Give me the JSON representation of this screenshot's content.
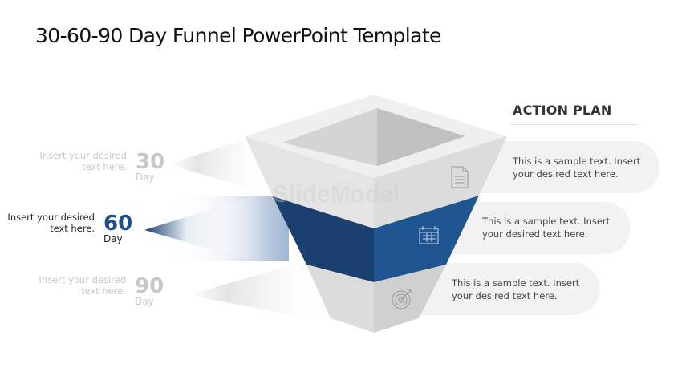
{
  "title": "30-60-90 Day Funnel PowerPoint Template",
  "action_plan": {
    "heading": "ACTION PLAN",
    "items": [
      {
        "line1": "This is a sample text. Insert",
        "line2": "your desired text here.",
        "icon": "document-icon"
      },
      {
        "line1": "This is a sample text. Insert",
        "line2": "your desired text here.",
        "icon": "calendar-icon"
      },
      {
        "line1": "This is a sample text. Insert",
        "line2": "your desired text here.",
        "icon": "target-icon"
      }
    ]
  },
  "stages": [
    {
      "text": "Insert your desired text here.",
      "number": "30",
      "unit": "Day",
      "color": "#c8c8c8"
    },
    {
      "text": "Insert your desired text here.",
      "number": "60",
      "unit": "Day",
      "color": "#1f4e8a"
    },
    {
      "text": "Insert your desired text here.",
      "number": "90",
      "unit": "Day",
      "color": "#c8c8c8"
    }
  ],
  "watermark": "SlideModel",
  "colors": {
    "blue_dark": "#1b3f6e",
    "blue": "#1f5591",
    "gray_face": "#e4e4e4"
  }
}
